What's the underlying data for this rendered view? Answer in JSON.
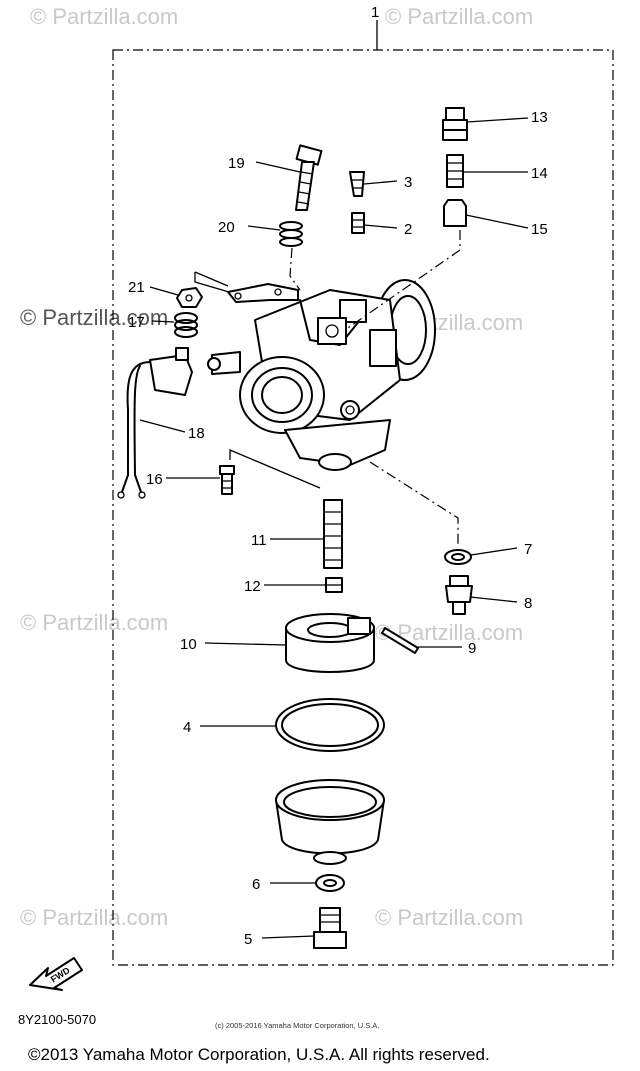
{
  "watermark": "© Partzilla.com",
  "assembly_number": "1",
  "callouts": [
    "2",
    "3",
    "4",
    "5",
    "6",
    "7",
    "8",
    "9",
    "10",
    "11",
    "12",
    "13",
    "14",
    "15",
    "16",
    "17",
    "18",
    "19",
    "20",
    "21"
  ],
  "arrow_label": "FWD",
  "diagram_code": "8Y2100-5070",
  "small_copyright": "(c) 2005-2016 Yamaha Motor Corporation, U.S.A.",
  "footer_copyright": "©2013 Yamaha Motor Corporation, U.S.A. All rights reserved."
}
